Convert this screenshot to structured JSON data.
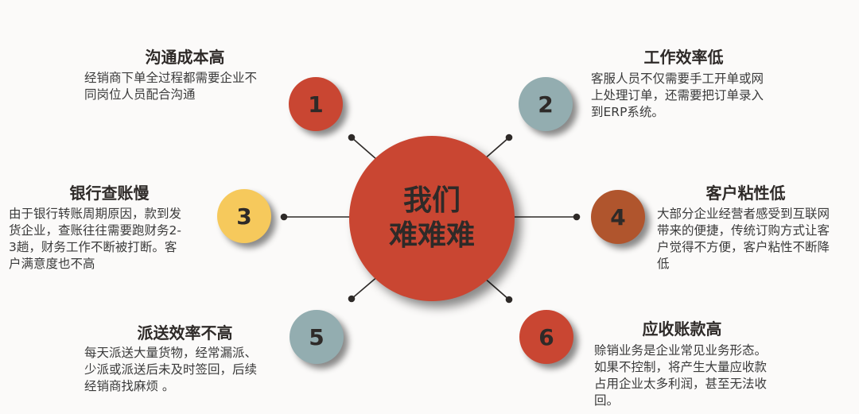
{
  "colors": {
    "background": "#fbfaf9",
    "center": "#c94632",
    "red": "#c94632",
    "grey_teal": "#93adb0",
    "yellow": "#f6c95c",
    "rust": "#b0552d",
    "text": "#2e2a28",
    "connector": "#2e2a28"
  },
  "center": {
    "line1": "我们",
    "line2": "难难难"
  },
  "items": [
    {
      "number": "1",
      "color": "#c94632",
      "title": "沟通成本高",
      "desc": [
        "经销商下单全过程都需要企业不",
        "同岗位人员配合沟通"
      ]
    },
    {
      "number": "2",
      "color": "#93adb0",
      "title": "工作效率低",
      "desc": [
        "客服人员不仅需要手工开单或网",
        "上处理订单，还需要把订单录入",
        "到ERP系统。"
      ]
    },
    {
      "number": "3",
      "color": "#f6c95c",
      "title": "银行查账慢",
      "desc": [
        "由于银行转账周期原因，款到发",
        "货企业，查账往往需要跑财务2-",
        "3趟，财务工作不断被打断。客",
        "户满意度也不高"
      ]
    },
    {
      "number": "4",
      "color": "#b0552d",
      "title": "客户粘性低",
      "desc": [
        "大部分企业经营者感受到互联网",
        "带来的便捷，传统订购方式让客",
        "户觉得不方便，客户粘性不断降",
        "低"
      ]
    },
    {
      "number": "5",
      "color": "#93adb0",
      "title": "派送效率不高",
      "desc": [
        "每天派送大量货物，经常漏派、",
        "少派或派送后未及时签回，后续",
        "经销商找麻烦 。"
      ]
    },
    {
      "number": "6",
      "color": "#c94632",
      "title": "应收账款高",
      "desc": [
        "赊销业务是企业常见业务形态。",
        "如果不控制，将产生大量应收款",
        "占用企业太多利润，甚至无法收",
        "回。"
      ]
    }
  ]
}
